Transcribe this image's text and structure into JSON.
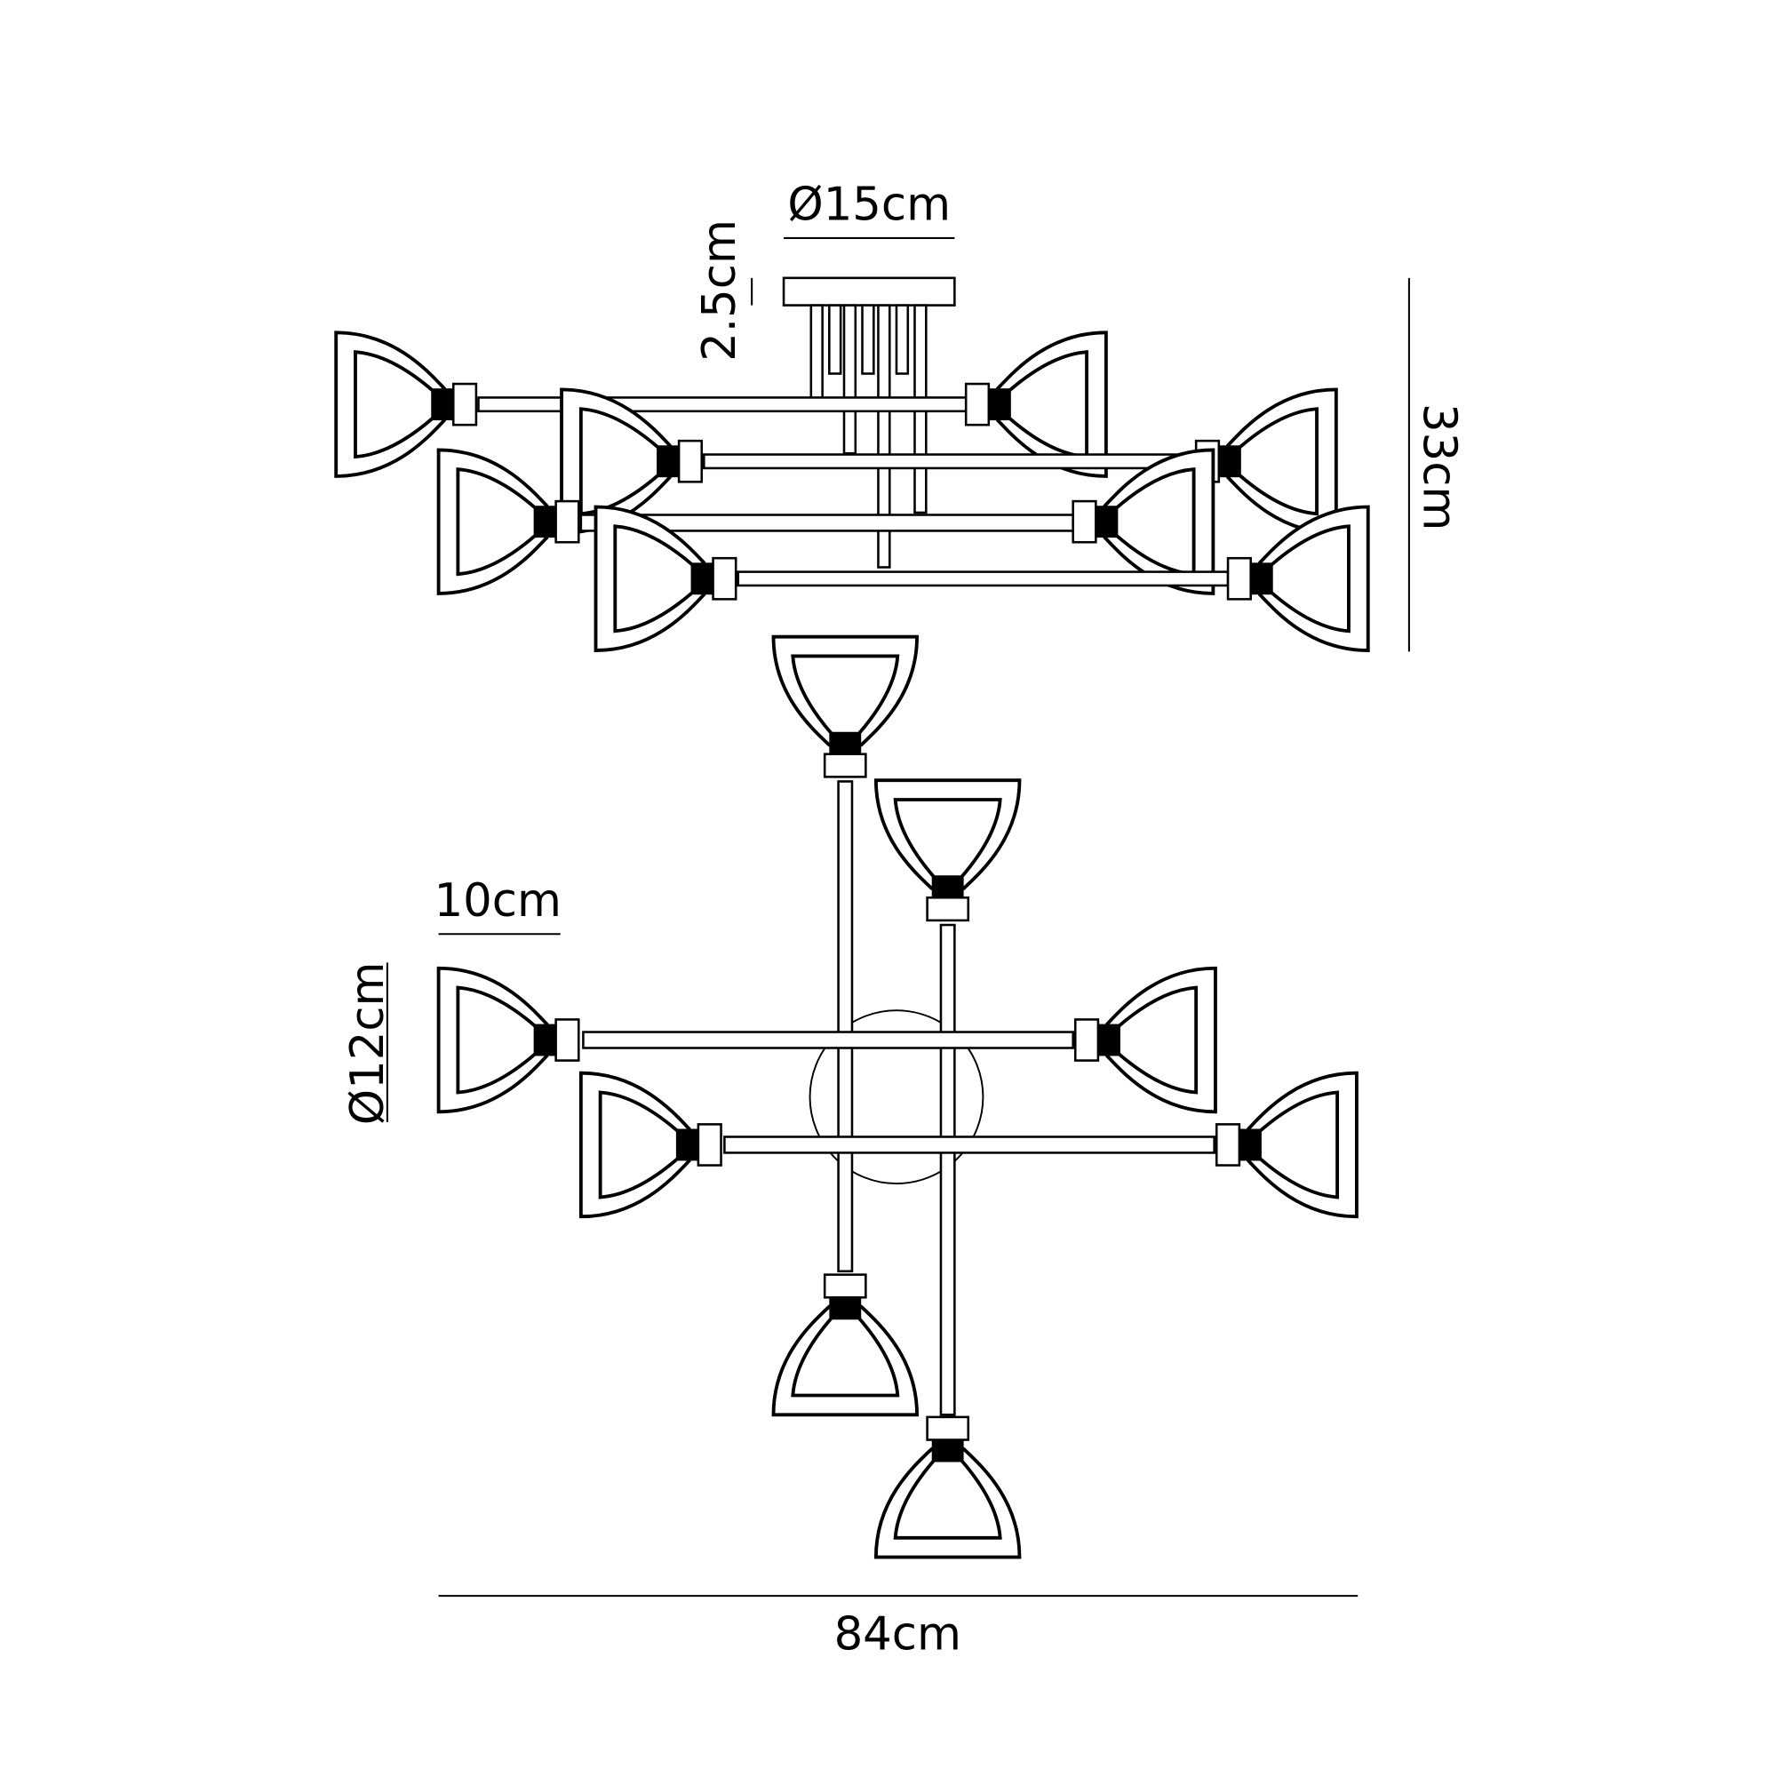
{
  "diagram": {
    "dimensions": {
      "canopy_diameter": "Ø15cm",
      "canopy_height": "2.5cm",
      "overall_height": "33cm",
      "shade_length": "10cm",
      "shade_diameter": "Ø12cm",
      "overall_width": "84cm"
    },
    "colors": {
      "line": "#000000",
      "background": "#ffffff"
    }
  }
}
